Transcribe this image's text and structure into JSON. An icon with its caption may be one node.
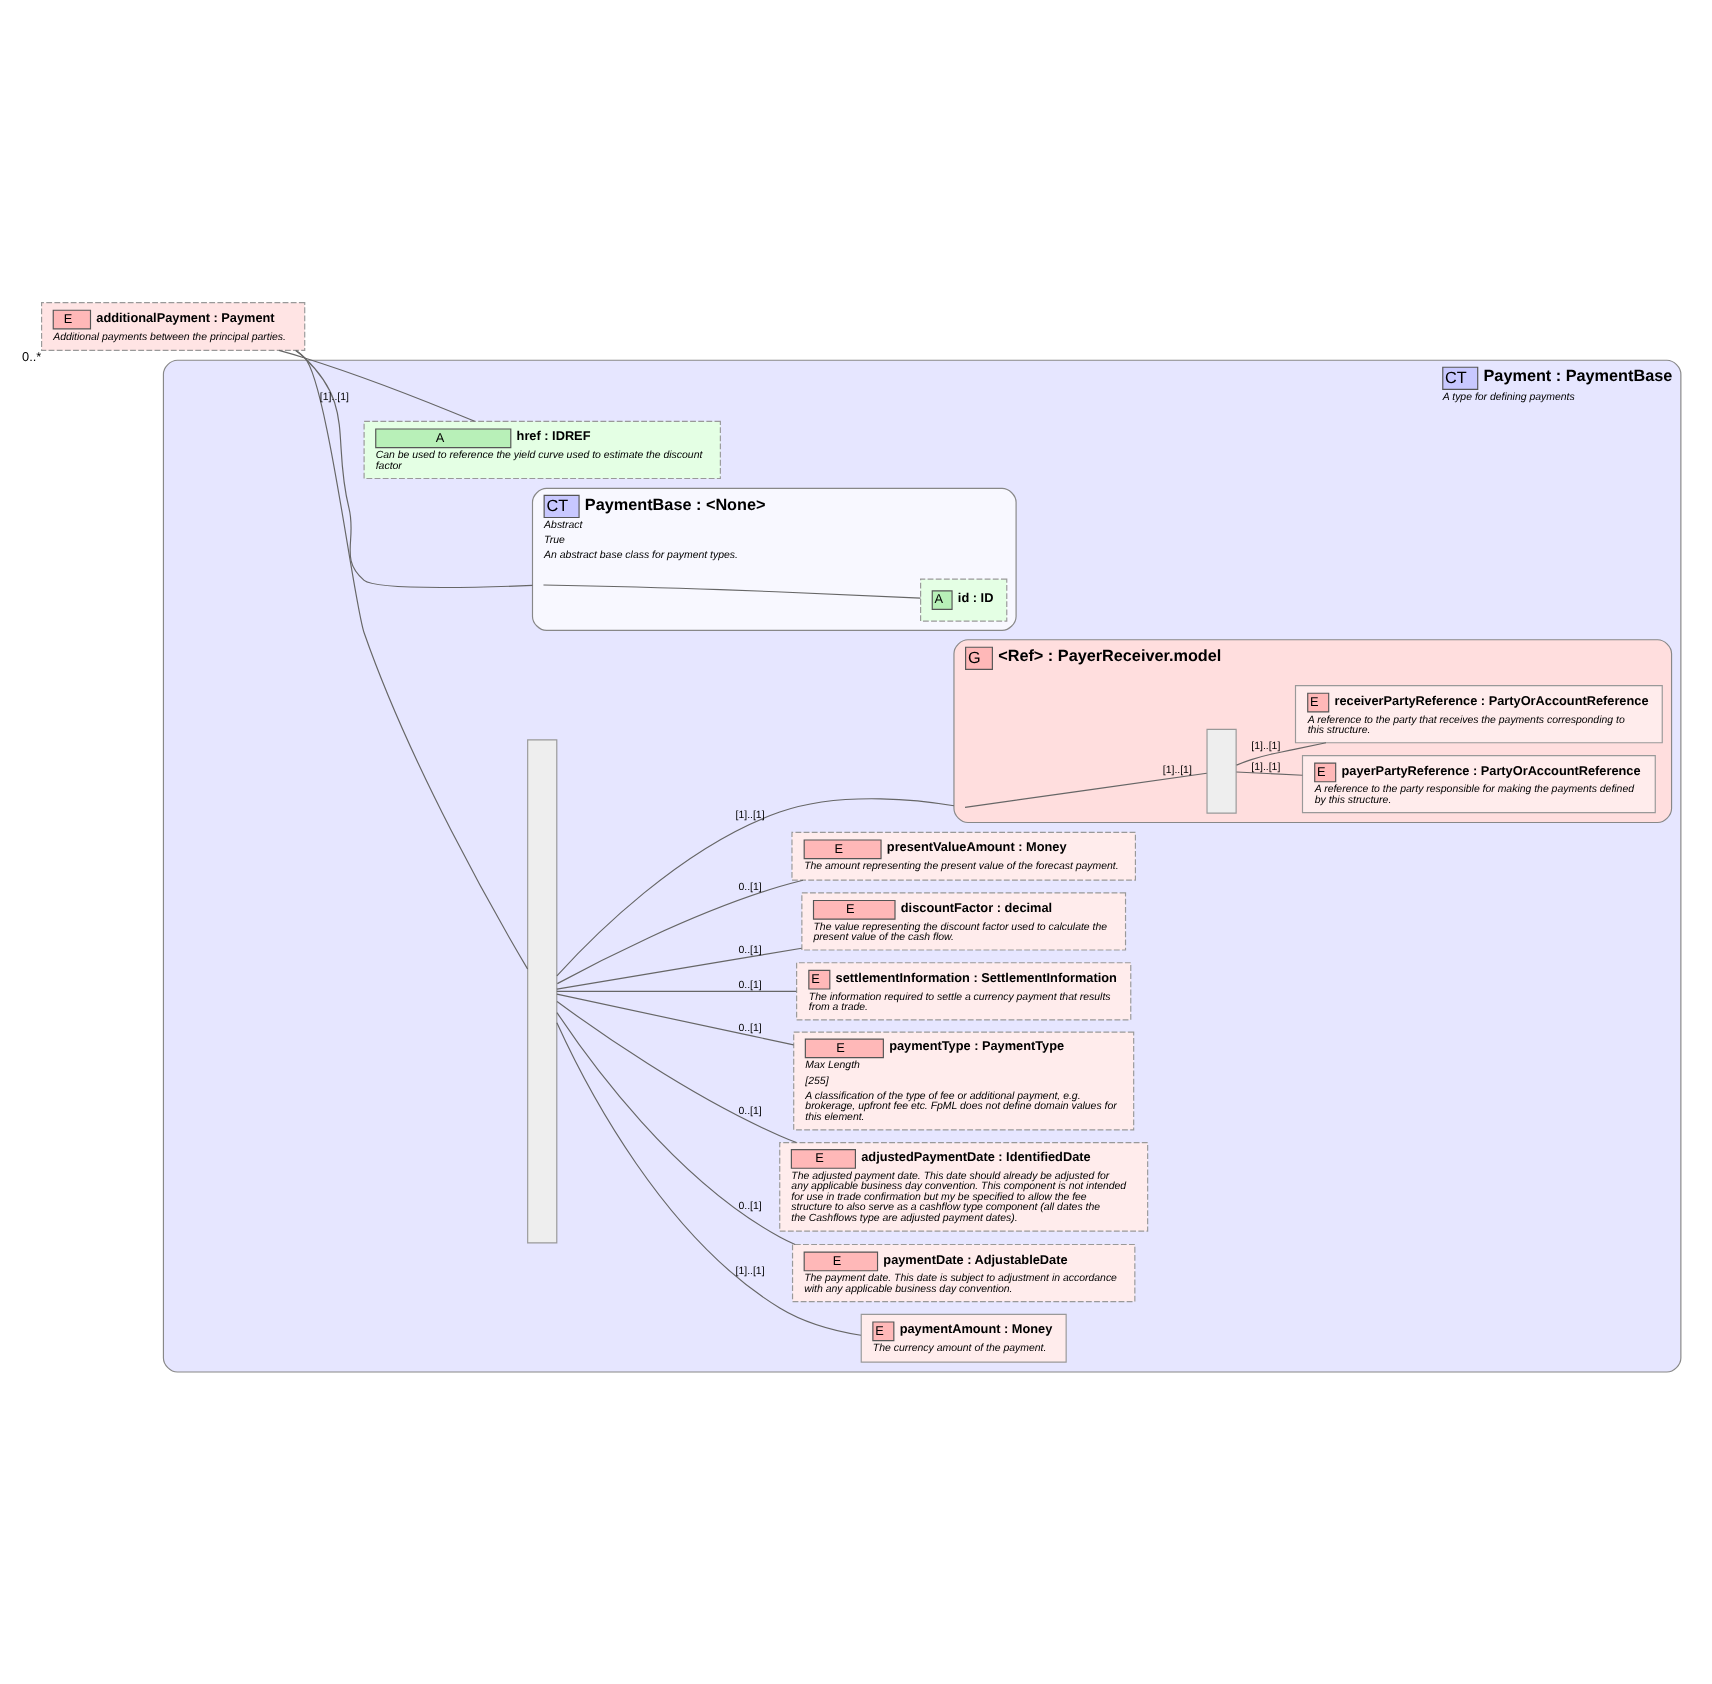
{
  "diagram": {
    "nodes": [
      {
        "text": [
          "E",
          "additionalPayment : Payment",
          "Additional payments between the principal parties."
        ],
        "beside": [
          "0..*"
        ]
      },
      {
        "text": [
          "CT",
          "Payment : PaymentBase",
          "A type for defining payments"
        ]
      },
      {
        "text": [
          "A",
          "href : IDREF",
          "Can be used to reference the yield curve used to estimate the discount factor"
        ],
        "in": 1
      },
      {
        "text": [
          "CT",
          "PaymentBase : <None>",
          "Abstract",
          "True",
          "An abstract base class for payment types."
        ],
        "in": 1
      },
      {
        "text": [
          "A",
          "id : ID"
        ],
        "in": 3
      },
      {
        "text": [],
        "shape": "box",
        "in": 1
      },
      {
        "text": [
          "G",
          "<Ref> : PayerReceiver.model"
        ],
        "in": 1
      },
      {
        "text": [],
        "shape": "box",
        "in": 6
      },
      {
        "text": [
          "E",
          "payerPartyReference : PartyOrAccountReference",
          "A reference to the party responsible for making the payments defined by this structure."
        ],
        "in": 6
      },
      {
        "text": [
          "E",
          "receiverPartyReference : PartyOrAccountReference",
          "A reference to the party that receives the payments corresponding to this structure."
        ],
        "in": 6
      },
      {
        "text": [
          "E",
          "paymentAmount : Money",
          "The currency amount of the payment."
        ],
        "in": 1
      },
      {
        "text": [
          "E",
          "paymentDate : AdjustableDate",
          "The payment date. This date is subject to adjustment in accordance with any applicable business day convention."
        ],
        "in": 1
      },
      {
        "text": [
          "E",
          "adjustedPaymentDate : IdentifiedDate",
          "The adjusted payment date. This date should already be adjusted for any applicable business day convention. This component is not intended for use in trade confirmation but my be specified to allow the fee structure to also serve as a cashflow type component (all dates the the Cashflows type are adjusted payment dates)."
        ],
        "in": 1
      },
      {
        "text": [
          "E",
          "paymentType : PaymentType",
          "Max Length",
          "[255]",
          "A classification of the type of fee or additional payment, e.g. brokerage, upfront fee etc. FpML does not define domain values for this element."
        ],
        "in": 1
      },
      {
        "text": [
          "E",
          "settlementInformation : SettlementInformation",
          "The information required to settle a currency payment that results from a trade."
        ],
        "in": 1
      },
      {
        "text": [
          "E",
          "discountFactor : decimal",
          "The value representing the discount factor used to calculate the present value of the cash flow."
        ],
        "in": 1
      },
      {
        "text": [
          "E",
          "presentValueAmount : Money",
          "The amount representing the present value of the forecast payment."
        ],
        "in": 1
      }
    ],
    "edges": [
      {
        "from": 0,
        "to": 2,
        "arrow": "none"
      },
      {
        "from": 0,
        "to": 3,
        "arrow": "none"
      },
      {
        "from": 0,
        "to": 5,
        "arrow": "none",
        "label": "[1]..[1]"
      },
      {
        "from": 3,
        "to": 4,
        "arrow": "none"
      },
      {
        "from": 5,
        "to": 6,
        "arrow": "none",
        "label": "[1]..[1]"
      },
      {
        "from": 6,
        "to": 7,
        "arrow": "none",
        "label": "[1]..[1]"
      },
      {
        "from": 7,
        "to": 8,
        "arrow": "none",
        "label": "[1]..[1]"
      },
      {
        "from": 7,
        "to": 9,
        "arrow": "none",
        "label": "[1]..[1]"
      },
      {
        "from": 5,
        "to": 10,
        "arrow": "none",
        "label": "[1]..[1]"
      },
      {
        "from": 5,
        "to": 11,
        "arrow": "none",
        "label": "0..[1]"
      },
      {
        "from": 5,
        "to": 12,
        "arrow": "none",
        "label": "0..[1]"
      },
      {
        "from": 5,
        "to": 13,
        "arrow": "none",
        "label": "0..[1]"
      },
      {
        "from": 5,
        "to": 14,
        "arrow": "none",
        "label": "0..[1]"
      },
      {
        "from": 5,
        "to": 15,
        "arrow": "none",
        "label": "0..[1]"
      },
      {
        "from": 5,
        "to": 16,
        "arrow": "none",
        "label": "0..[1]"
      }
    ]
  }
}
